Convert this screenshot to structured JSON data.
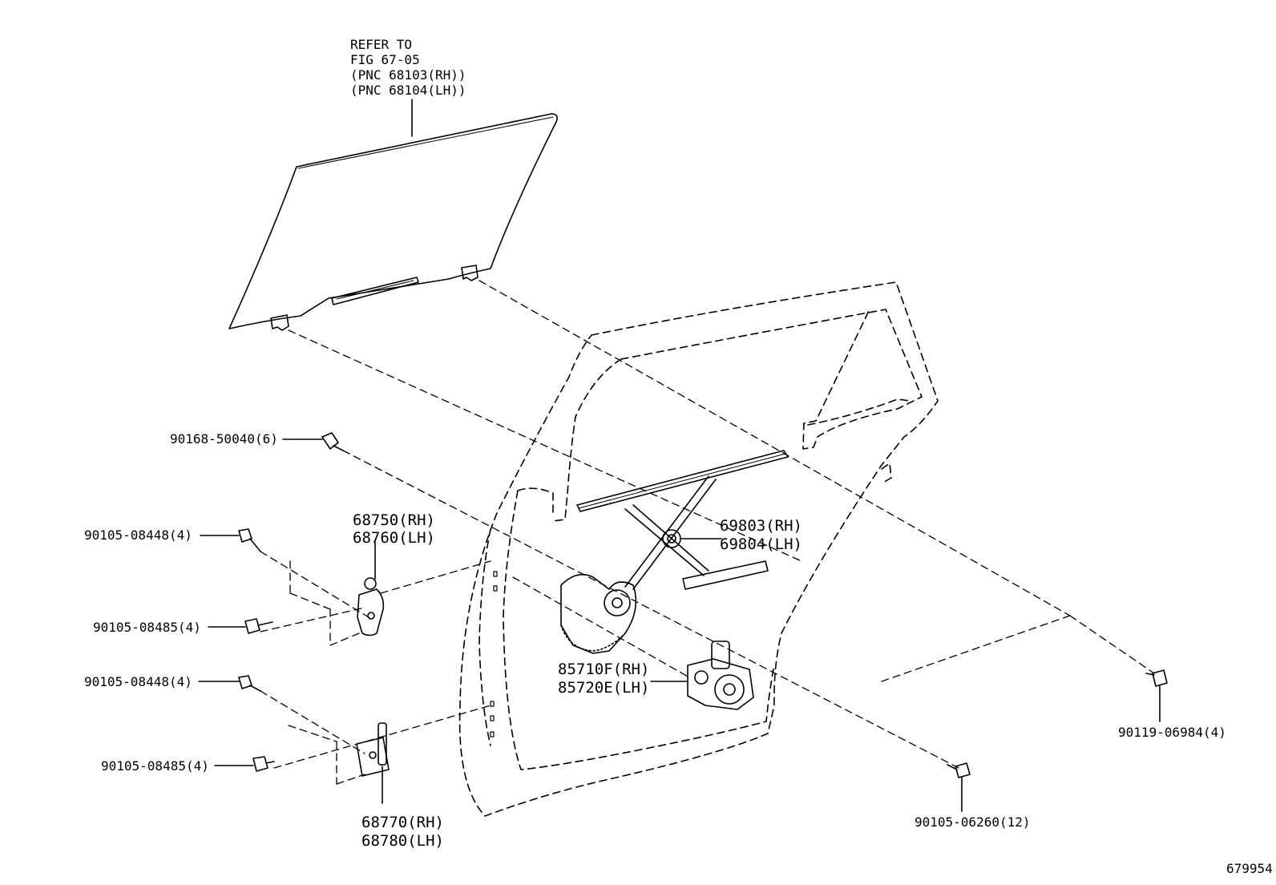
{
  "refer_note": {
    "line1": "REFER TO",
    "line2": "FIG 67-05",
    "line3": "(PNC 68103(RH))",
    "line4": "(PNC 68104(LH))"
  },
  "parts": {
    "p90168": "90168-50040(6)",
    "p90105_08448_upper": "90105-08448(4)",
    "p90105_08485_upper": "90105-08485(4)",
    "p90105_08448_lower": "90105-08448(4)",
    "p90105_08485_lower": "90105-08485(4)",
    "hinge_upper_rh": "68750(RH)",
    "hinge_upper_lh": "68760(LH)",
    "regulator_rh": "69803(RH)",
    "regulator_lh": "69804(LH)",
    "motor_rh": "85710F(RH)",
    "motor_lh": "85720E(LH)",
    "p90119": "90119-06984(4)",
    "p90105_06260": "90105-06260(12)",
    "hinge_lower_rh": "68770(RH)",
    "hinge_lower_lh": "68780(LH)"
  },
  "figure_id": "679954"
}
